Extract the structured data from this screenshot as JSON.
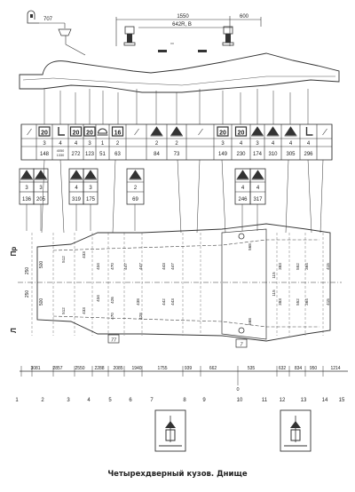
{
  "caption": "Четырехдверный кузов. Днище",
  "top_view": {
    "label_left": "707",
    "dim_1550": "1550",
    "dim_600": "600",
    "dim_642": "642R, B"
  },
  "table_top": {
    "cols": [
      {
        "sym": "20",
        "qty": "3",
        "val": "148"
      },
      {
        "sym": "L",
        "qty": "4",
        "val": "4050\n1330"
      },
      {
        "sym": "20",
        "qty": "4",
        "val": "272"
      },
      {
        "sym": "20",
        "qty": "3",
        "val": "123"
      },
      {
        "sym": "cap",
        "qty": "1",
        "val": "51"
      },
      {
        "sym": "16",
        "qty": "2",
        "val": "63"
      },
      {
        "sym": "tri",
        "qty": "2",
        "val": "84"
      },
      {
        "sym": "tri",
        "qty": "2",
        "val": "73"
      },
      {
        "sym": "20",
        "qty": "3",
        "val": "149"
      },
      {
        "sym": "20",
        "qty": "4",
        "val": "230"
      },
      {
        "sym": "tri",
        "qty": "3",
        "val": "174"
      },
      {
        "sym": "tri",
        "qty": "4",
        "val": "310"
      },
      {
        "sym": "tri",
        "qty": "4",
        "val": "305"
      },
      {
        "sym": "L",
        "qty": "4",
        "val": "296"
      }
    ]
  },
  "table_low": [
    {
      "sym": "tri",
      "qty": "3",
      "val": "136"
    },
    {
      "sym": "tri",
      "qty": "3",
      "val": "205"
    },
    {
      "sym": "tri",
      "qty": "4",
      "val": "319"
    },
    {
      "sym": "tri",
      "qty": "3",
      "val": "175"
    },
    {
      "sym": "tri",
      "qty": "2",
      "val": "69"
    },
    {
      "sym": "tri",
      "qty": "4",
      "val": "246"
    },
    {
      "sym": "tri",
      "qty": "4",
      "val": "317"
    }
  ],
  "side_labels": {
    "right": "Пр",
    "left": "Л"
  },
  "dims_left": [
    "250",
    "250",
    "500",
    "500"
  ],
  "inner_dims": [
    "512",
    "433",
    "434",
    "470",
    "447",
    "438",
    "426",
    "470",
    "443",
    "442",
    "512",
    "433",
    "434",
    "568",
    "568",
    "383",
    "552",
    "364",
    "415",
    "383",
    "552",
    "364",
    "415",
    "115",
    "115",
    "447",
    "428",
    "447",
    "443"
  ],
  "boxed_marks": [
    "77",
    "7"
  ],
  "bottom_dims": [
    "3081",
    "2857",
    "2550",
    "2288",
    "2085",
    "1940",
    "1755",
    "939",
    "662",
    "535",
    "632",
    "834",
    "950",
    "1214"
  ],
  "zero_label": "0",
  "station_numbers": [
    "1",
    "2",
    "3",
    "4",
    "5",
    "6",
    "7",
    "8",
    "9",
    "10",
    "11",
    "12",
    "13",
    "14",
    "15"
  ]
}
